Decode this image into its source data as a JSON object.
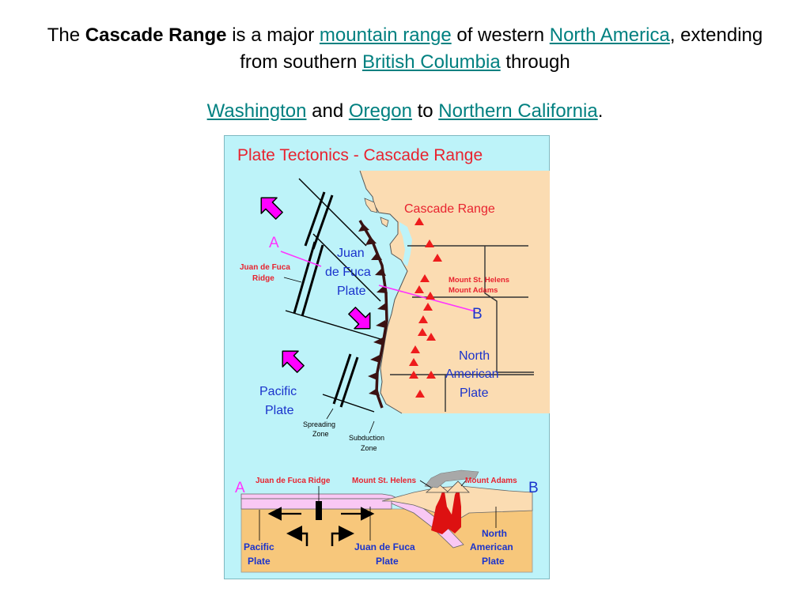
{
  "intro": {
    "p1": "The ",
    "bold": "Cascade Range",
    "p2": " is a major ",
    "link_mountain_range": "mountain range",
    "p3": " of western ",
    "link_north_america": "North America",
    "p4": ", extending from southern ",
    "link_british_columbia": "British Columbia",
    "p5": " through",
    "link_washington": "Washington",
    "p6": " and ",
    "link_oregon": "Oregon",
    "p7": " to ",
    "link_northern_california": "Northern California",
    "p8": "."
  },
  "figure": {
    "title": "Plate Tectonics - Cascade Range",
    "map": {
      "cascade_range": "Cascade Range",
      "point_a": "A",
      "point_b": "B",
      "juan_de_fuca_ridge_1": "Juan de Fuca",
      "juan_de_fuca_ridge_2": "Ridge",
      "jdf_plate_1": "Juan",
      "jdf_plate_2": "de Fuca",
      "jdf_plate_3": "Plate",
      "mount_st_helens": "Mount St. Helens",
      "mount_adams": "Mount Adams",
      "na_plate_1": "North",
      "na_plate_2": "American",
      "na_plate_3": "Plate",
      "pacific_plate_1": "Pacific",
      "pacific_plate_2": "Plate",
      "spreading_zone_1": "Spreading",
      "spreading_zone_2": "Zone",
      "subduction_zone_1": "Subduction",
      "subduction_zone_2": "Zone"
    },
    "cross_section": {
      "point_a": "A",
      "point_b": "B",
      "juan_de_fuca_ridge": "Juan de Fuca Ridge",
      "mount_st_helens": "Mount St. Helens",
      "mount_adams": "Mount Adams",
      "pacific_plate_1": "Pacific",
      "pacific_plate_2": "Plate",
      "jdf_plate_1": "Juan de Fuca",
      "jdf_plate_2": "Plate",
      "na_plate_1": "North",
      "na_plate_2": "American",
      "na_plate_3": "Plate"
    },
    "colors": {
      "ocean": "#bdf3f9",
      "land": "#fbdcb2",
      "title": "#e8232f",
      "plate_label": "#1a33cc",
      "volcano": "#ee1c1c",
      "arrow": "#ff00ff",
      "section_line": "#ff33ff",
      "mantle": "#f7c77b",
      "crust": "#f9c8f4"
    }
  }
}
